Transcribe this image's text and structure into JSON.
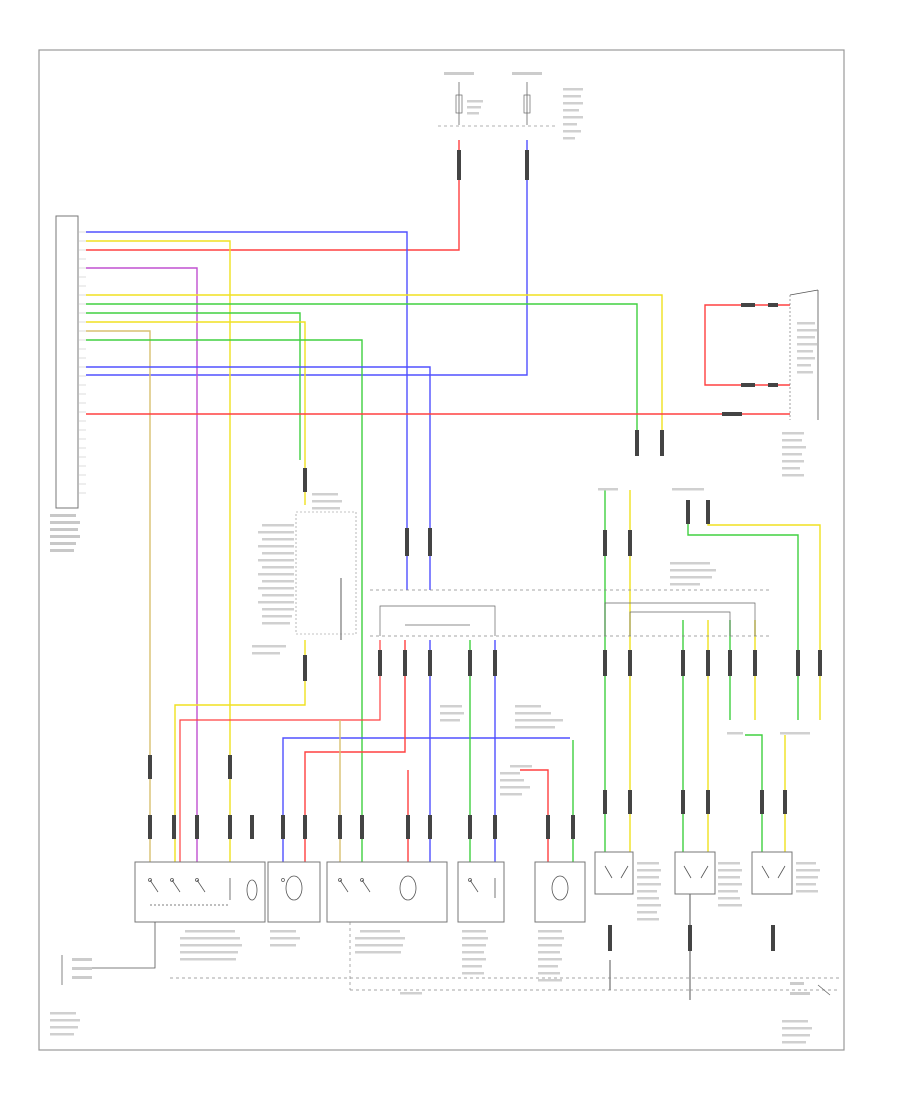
{
  "figure_number": "",
  "colors": {
    "red": "#ff3b3b",
    "yellow": "#f2e600",
    "green": "#33d633",
    "blue": "#3a3aff",
    "purple": "#b040c0",
    "tan": "#d4b060",
    "black": "#222222",
    "frame": "#999999"
  },
  "components": [
    {
      "id": "control-module-connector",
      "name": "control-module-connector"
    },
    {
      "id": "power-feed-fuse-1",
      "name": "power-feed-fuse-1"
    },
    {
      "id": "power-feed-fuse-2",
      "name": "power-feed-fuse-2"
    },
    {
      "id": "relay-right",
      "name": "power-relay"
    },
    {
      "id": "junction-block-left",
      "name": "junction-block-left"
    },
    {
      "id": "junction-block-right",
      "name": "junction-block-right"
    },
    {
      "id": "switch-module-1",
      "name": "master-window-switch"
    },
    {
      "id": "switch-module-2",
      "name": "front-window-motor"
    },
    {
      "id": "switch-module-3",
      "name": "rear-window-switch"
    },
    {
      "id": "switch-module-4",
      "name": "rear-window-motor-a"
    },
    {
      "id": "switch-module-5",
      "name": "rear-window-motor-b"
    },
    {
      "id": "switch-module-6",
      "name": "door-switch-a"
    },
    {
      "id": "switch-module-7",
      "name": "door-switch-b"
    },
    {
      "id": "switch-module-8",
      "name": "door-switch-c"
    },
    {
      "id": "ground-left",
      "name": "ground-point-left"
    },
    {
      "id": "ground-right",
      "name": "ground-point-right"
    }
  ]
}
